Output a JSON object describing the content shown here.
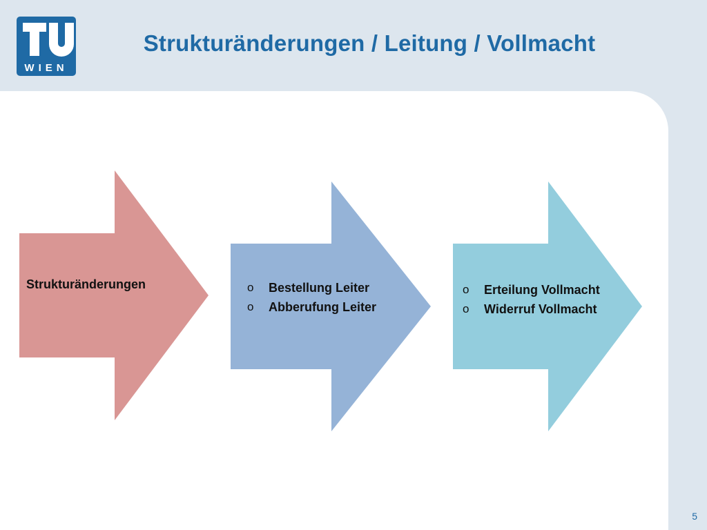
{
  "header": {
    "logo_top": "TU",
    "logo_bottom": "WIEN",
    "title": "Strukturänderungen / Leitung / Vollmacht"
  },
  "arrows": [
    {
      "label": "Strukturänderungen",
      "color": "#d99694"
    },
    {
      "items": [
        "Bestellung Leiter",
        "Abberufung Leiter"
      ],
      "color": "#95b3d7"
    },
    {
      "items": [
        "Erteilung Vollmacht",
        "Widerruf Vollmacht"
      ],
      "color": "#93cddd"
    }
  ],
  "bullet_symbol": "o",
  "colors": {
    "title": "#1f6aa5",
    "logo": "#1f6aa5",
    "background": "#dde6ee"
  },
  "footer": {
    "page_number": "5"
  }
}
